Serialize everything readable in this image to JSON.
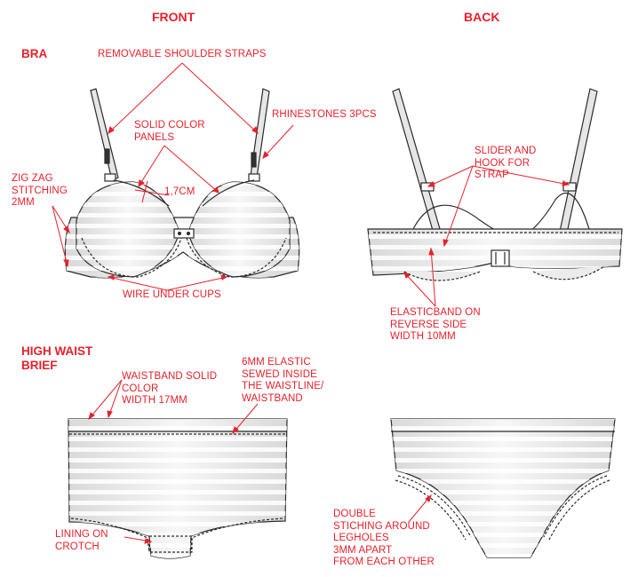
{
  "headings": {
    "front": "FRONT",
    "back": "BACK"
  },
  "sections": {
    "bra": "BRA",
    "brief": "HIGH WAIST\nBRIEF"
  },
  "labels": {
    "removable_straps": "REMOVABLE SHOULDER STRAPS",
    "solid_color_panels": "SOLID COLOR\nPANELS",
    "rhinestones": "RHINESTONES 3PCS",
    "zigzag": "ZIG ZAG\nSTITCHING\n2MM",
    "measure": "1,7CM",
    "wire_under_cups": "WIRE UNDER CUPS",
    "slider_hook": "SLIDER AND\nHOOK FOR\nSTRAP",
    "elasticband": "ELASTICBAND ON\nREVERSE SIDE\nWIDTH 10MM",
    "waistband": "WAISTBAND SOLID\nCOLOR\nWIDTH 17MM",
    "elastic_6mm": "6MM ELASTIC\nSEWED INSIDE\nTHE WAISTLINE/\nWAISTBAND",
    "lining": "LINING ON\nCROTCH",
    "double_stitching": "DOUBLE\nSTICHING AROUND\nLEGHOLES\n3MM APART\nFROM EACH OTHER"
  },
  "colors": {
    "annotation": "#e8212b",
    "outline": "#2b2b2b",
    "fill": "#f3f3f3",
    "stripe": "#ffffff"
  }
}
